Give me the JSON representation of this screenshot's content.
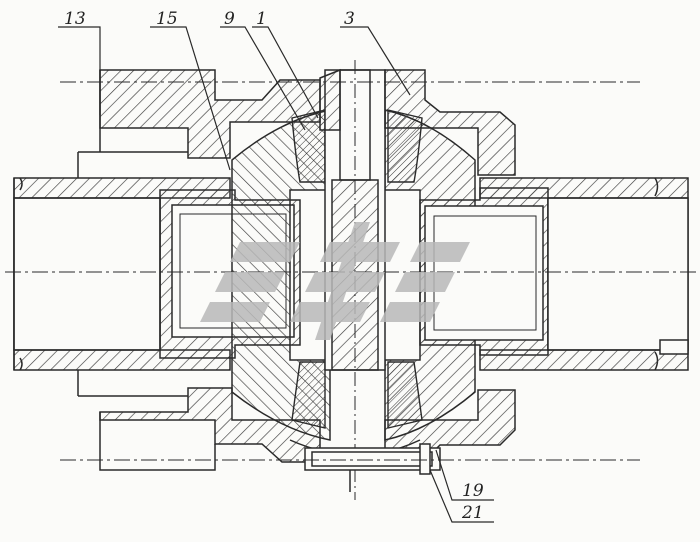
{
  "drawing": {
    "callouts": [
      {
        "id": "13",
        "label": "13"
      },
      {
        "id": "15",
        "label": "15"
      },
      {
        "id": "9",
        "label": "9"
      },
      {
        "id": "1",
        "label": "1"
      },
      {
        "id": "3",
        "label": "3"
      },
      {
        "id": "19",
        "label": "19"
      },
      {
        "id": "21",
        "label": "21"
      }
    ],
    "colors": {
      "line": "#2a2a2a",
      "hatch": "#3a3a3a",
      "background": "#fbfbf9",
      "logo": "#b9b9b9"
    },
    "logo_icon": "stylized-gear-logo-watermark"
  }
}
